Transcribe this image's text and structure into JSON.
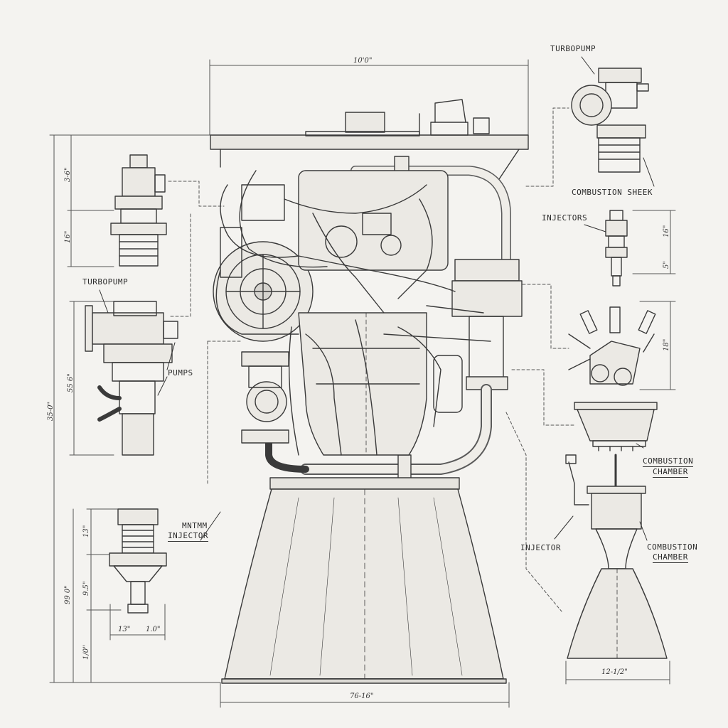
{
  "labels": {
    "turbopump_top": "TURBOPUMP",
    "combustion_sheek": "COMBUSTION SHEEK",
    "injectors": "INJECTORS",
    "combustion_chamber_1_a": "COMBUSTION",
    "combustion_chamber_1_b": "CHAMBER",
    "combustion_chamber_2_a": "COMBUSTION",
    "combustion_chamber_2_b": "CHAMBER",
    "injector_right": "INJECTOR",
    "turbopump_left": "TURBOPUMP",
    "pumps": "PUMPS",
    "mntmm": "MNTMM",
    "injector_left": "INJECTOR"
  },
  "dimensions": {
    "top_width": "10'0\"",
    "overall_height": "35-0\"",
    "valve_upper": "3-6\"",
    "valve_lower": "16\"",
    "turbopump_height": "55 6\"",
    "lower_total": "99 0\"",
    "inj_13": "13\"",
    "inj_95": "9.5\"",
    "inj_10": "1/0\"",
    "inj_w1": "13\"",
    "inj_w2": "1.0\"",
    "nozzle_width": "76-16\"",
    "injectors_16": "16\"",
    "injectors_5": "5\"",
    "cluster_18": "18\"",
    "small_nozzle_width": "12-1/2\""
  }
}
